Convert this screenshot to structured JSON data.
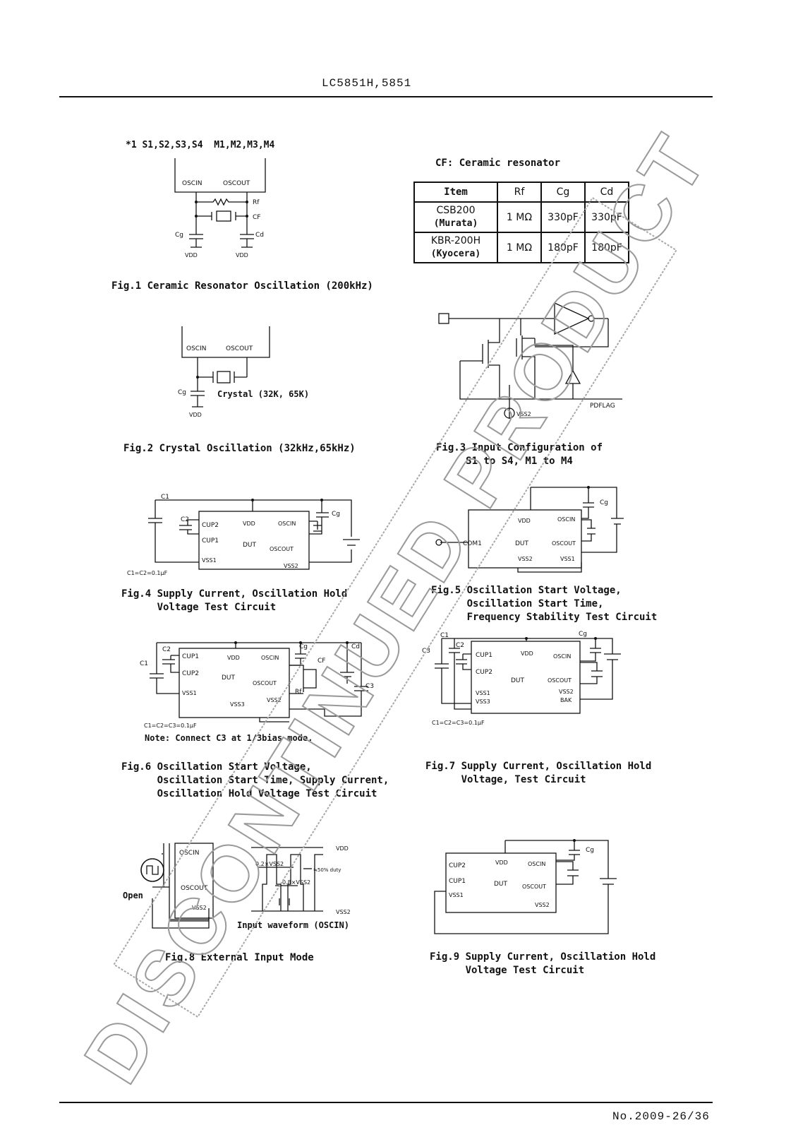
{
  "header": {
    "title": "LC5851H,5851"
  },
  "footer": {
    "page_no": "No.2009-26/36"
  },
  "watermark": {
    "text": "DISCONTINUED PRODUCT"
  },
  "note1": "*1 S1,S2,S3,S4  M1,M2,M3,M4",
  "cf_table": {
    "caption": "CF: Ceramic resonator",
    "headers": [
      "Item",
      "Rf",
      "Cg",
      "Cd"
    ],
    "rows": [
      {
        "item": "CSB200",
        "maker": "(Murata)",
        "rf": "1 MΩ",
        "cg": "330pF",
        "cd": "330pF"
      },
      {
        "item": "KBR-200H",
        "maker": "(Kyocera)",
        "rf": "1 MΩ",
        "cg": "180pF",
        "cd": "180pF"
      }
    ]
  },
  "fig1": {
    "caption": "Fig.1 Ceramic Resonator Oscillation (200kHz)",
    "oscin": "OSCIN",
    "oscout": "OSCOUT",
    "rf": "Rf",
    "cf": "CF",
    "cg": "Cg",
    "cd": "Cd",
    "vdd": "VDD"
  },
  "fig2": {
    "caption": "Fig.2 Crystal Oscillation (32kHz,65kHz)",
    "oscin": "OSCIN",
    "oscout": "OSCOUT",
    "cg": "Cg",
    "crystal": "Crystal (32K, 65K)",
    "vdd": "VDD"
  },
  "fig3": {
    "caption": "Fig.3 Input Configuration of\n     S1 to S4, M1 to M4",
    "vss2": "VSS2",
    "pdflag": "PDFLAG"
  },
  "fig4": {
    "caption": "Fig.4 Supply Current, Oscillation Hold\n      Voltage Test Circuit",
    "c1": "C1",
    "c2": "C2",
    "cg": "Cg",
    "cup2": "CUP2",
    "cup1": "CUP1",
    "vdd": "VDD",
    "dut": "DUT",
    "oscin": "OSCIN",
    "oscout": "OSCOUT",
    "vss1": "VSS1",
    "vss2": "VSS2",
    "note": "C1=C2=0.1μF"
  },
  "fig5": {
    "caption": "Fig.5 Oscillation Start Voltage,\n      Oscillation Start Time,\n      Frequency Stability Test Circuit",
    "cg": "Cg",
    "vdd": "VDD",
    "oscin": "OSCIN",
    "com1": "COM1",
    "dut": "DUT",
    "oscout": "OSCOUT",
    "vss2": "VSS2",
    "vss1": "VSS1"
  },
  "fig6": {
    "caption": "Fig.6 Oscillation Start Voltage,\n      Oscillation Start Time, Supply Current,\n      Oscillation Hold Voltage Test Circuit",
    "c1": "C1",
    "c2": "C2",
    "c3": "C3",
    "cg": "Cg",
    "cd": "Cd",
    "cf": "CF",
    "rf": "Rf",
    "cup1": "CUP1",
    "cup2": "CUP2",
    "vdd": "VDD",
    "dut": "DUT",
    "oscin": "OSCIN",
    "oscout": "OSCOUT",
    "vss1": "VSS1",
    "vss2": "VSS2",
    "vss3": "VSS3",
    "note_values": "C1=C2=C3=0.1μF",
    "note": "Note: Connect C3 at 1/3bias mode."
  },
  "fig7": {
    "caption": "Fig.7 Supply Current, Oscillation Hold\n      Voltage, Test Circuit",
    "c1": "C1",
    "c2": "C2",
    "c3": "C3",
    "cg": "Cg",
    "cup1": "CUP1",
    "cup2": "CUP2",
    "vdd": "VDD",
    "dut": "DUT",
    "oscin": "OSCIN",
    "oscout": "OSCOUT",
    "vss1": "VSS1",
    "vss2": "VSS2",
    "vss3": "VSS3",
    "bak": "BAK",
    "note": "C1=C2=C3=0.1μF"
  },
  "fig8": {
    "caption": "Fig.8 External Input Mode",
    "oscin": "OSCIN",
    "oscout": "OSCOUT",
    "vss2": "VSS2",
    "open": "Open",
    "vdd": "VDD",
    "vss2_level": "VSS2",
    "th_high": "0.2×VSS2",
    "th_low": "0.8×VSS2",
    "duty": "≒50% duty",
    "waveform": "Input waveform (OSCIN)"
  },
  "fig9": {
    "caption": "Fig.9 Supply Current, Oscillation Hold\n      Voltage Test Circuit",
    "cg": "Cg",
    "cup2": "CUP2",
    "cup1": "CUP1",
    "vdd": "VDD",
    "dut": "DUT",
    "oscin": "OSCIN",
    "oscout": "OSCOUT",
    "vss1": "VSS1",
    "vss2": "VSS2"
  }
}
